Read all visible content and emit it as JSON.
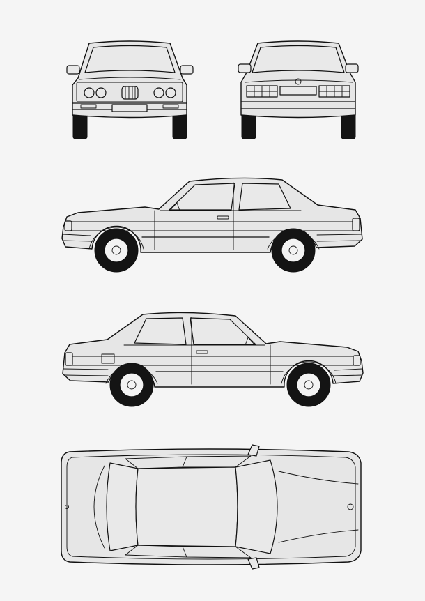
{
  "drawing": {
    "colors": {
      "background": "#f5f5f5",
      "body": "#e6e6e6",
      "outline": "#111111",
      "tire": "#141414"
    },
    "views": [
      "front",
      "rear",
      "left-side",
      "right-side",
      "top"
    ]
  }
}
